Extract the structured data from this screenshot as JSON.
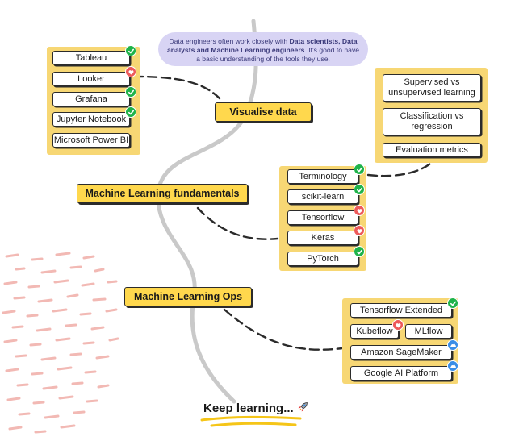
{
  "intro_note": {
    "part1": "Data engineers often work closely with ",
    "bold1": "Data scientists, Data analysts and Machine Learning engineers",
    "part2": ". It's good to have a basic understanding of the tools they use."
  },
  "topics": {
    "visualise": "Visualise data",
    "ml_fundamentals": "Machine Learning fundamentals",
    "ml_ops": "Machine Learning Ops"
  },
  "visualise_tools": [
    {
      "label": "Tableau",
      "badge": "check-icon"
    },
    {
      "label": "Looker",
      "badge": "heart-icon"
    },
    {
      "label": "Grafana",
      "badge": "check-icon"
    },
    {
      "label": "Jupyter Notebook",
      "badge": "check-icon"
    },
    {
      "label": "Microsoft Power BI",
      "badge": ""
    }
  ],
  "ml_concepts": [
    {
      "label": "Supervised vs unsupervised learning"
    },
    {
      "label": "Classification vs regression"
    },
    {
      "label": "Evaluation metrics"
    }
  ],
  "ml_tools": [
    {
      "label": "Terminology",
      "badge": "check-icon"
    },
    {
      "label": "scikit-learn",
      "badge": "check-icon"
    },
    {
      "label": "Tensorflow",
      "badge": "heart-icon"
    },
    {
      "label": "Keras",
      "badge": "heart-icon"
    },
    {
      "label": "PyTorch",
      "badge": "check-icon"
    }
  ],
  "mlops_tools": {
    "tensorflow_extended": {
      "label": "Tensorflow Extended",
      "badge": "check-icon"
    },
    "kubeflow": {
      "label": "Kubeflow",
      "badge": "heart-icon"
    },
    "mlflow": {
      "label": "MLflow",
      "badge": ""
    },
    "sagemaker": {
      "label": "Amazon SageMaker",
      "badge": "cloud-icon"
    },
    "google_ai": {
      "label": "Google AI Platform",
      "badge": "cloud-icon"
    }
  },
  "footer": {
    "text": "Keep learning...",
    "icon": "rocket-icon"
  },
  "colors": {
    "topic_fill": "#ffd84d",
    "group_background": "#f7d774",
    "note_fill": "#d8d4f4",
    "note_text": "#3b3a7a",
    "check": "#1fb34a",
    "heart": "#ee5a5a",
    "cloud": "#3a8ee6",
    "road": "#c9c9c9",
    "accent_strokes": "#f2b9b4"
  }
}
